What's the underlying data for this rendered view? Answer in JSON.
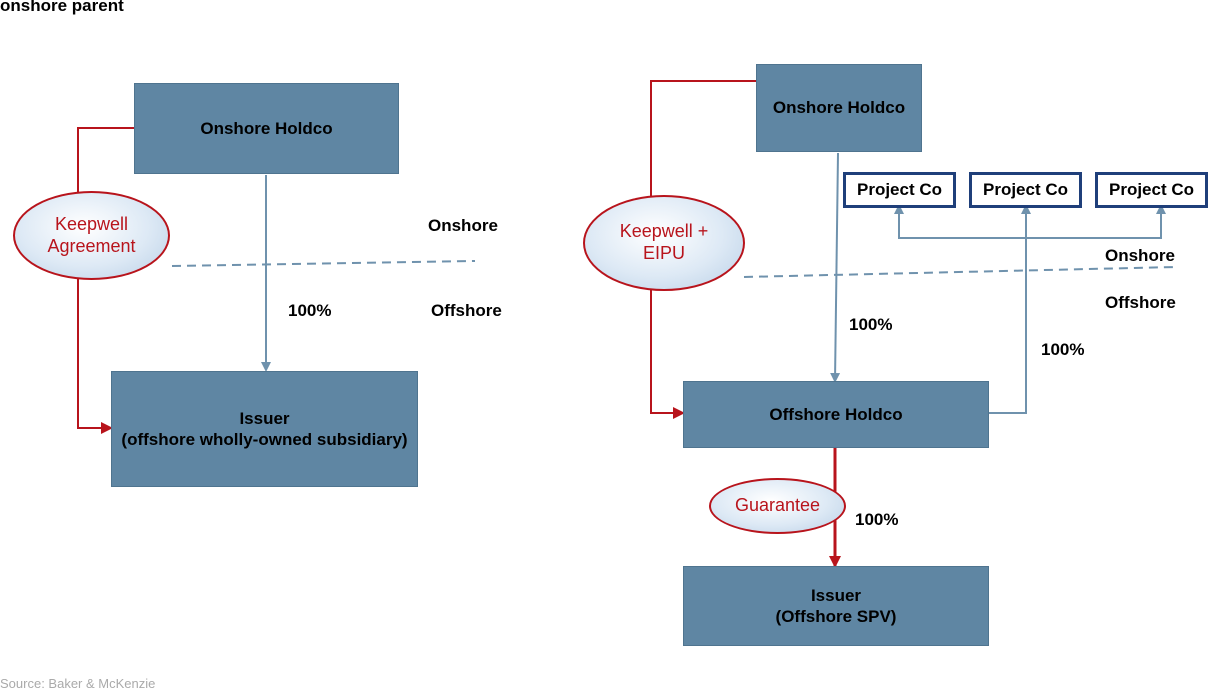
{
  "header": "onshore parent",
  "left": {
    "holdco": "Onshore Holdco",
    "issuer_line1": "Issuer",
    "issuer_line2": "(offshore wholly-owned subsidiary)",
    "keepwell_line1": "Keepwell",
    "keepwell_line2": "Agreement",
    "onshore": "Onshore",
    "offshore": "Offshore",
    "ownership": "100%"
  },
  "right": {
    "holdco": "Onshore Holdco",
    "project1": "Project Co",
    "project2": "Project Co",
    "project3": "Project Co",
    "keepwell_line1": "Keepwell +",
    "keepwell_line2": "EIPU",
    "onshore": "Onshore",
    "offshore": "Offshore",
    "ownership_holdco": "100%",
    "ownership_project": "100%",
    "offshore_holdco": "Offshore Holdco",
    "guarantee": "Guarantee",
    "ownership_issuer": "100%",
    "issuer_line1": "Issuer",
    "issuer_line2": "(Offshore SPV)"
  },
  "footnote": "Source: Baker & McKenzie",
  "colors": {
    "box": "#5f86a3",
    "arrow_blue": "#6f92ad",
    "arrow_red": "#b8141c",
    "project_border": "#1f3f7a"
  }
}
